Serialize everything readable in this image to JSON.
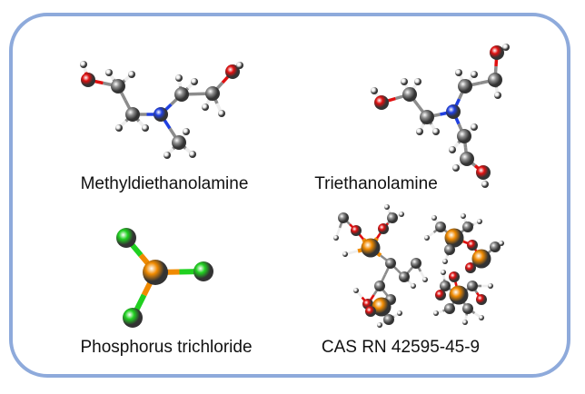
{
  "molecules": [
    {
      "name": "Methyldiethanolamine"
    },
    {
      "name": "Triethanolamine"
    },
    {
      "name": "Phosphorus trichloride"
    },
    {
      "name": "CAS RN 42595-45-9"
    }
  ],
  "colors": {
    "frame": "#8eaadb",
    "carbon": "#8c8c8c",
    "oxygen": "#e01010",
    "nitrogen": "#2040e0",
    "hydrogen": "#eeeeee",
    "phosphorus": "#f08a00",
    "chlorine": "#20d020"
  }
}
